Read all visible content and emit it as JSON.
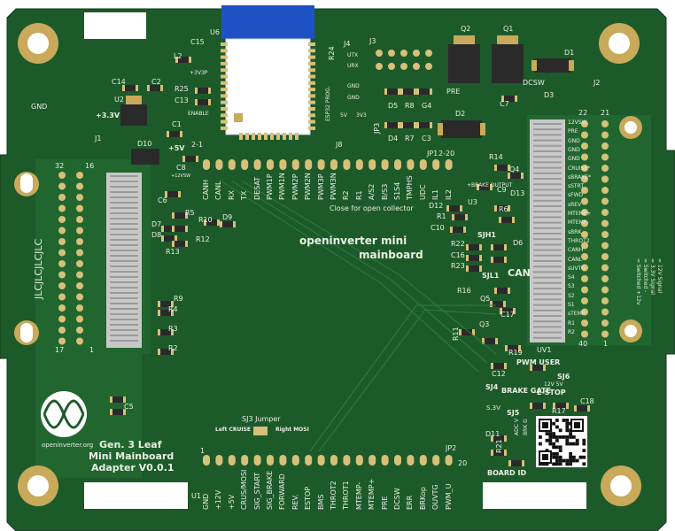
{
  "board": {
    "title_lines": [
      "Gen. 3 Leaf",
      "Mini Mainboard",
      "Adapter V0.0.1"
    ],
    "center_text": [
      "openinverter mini",
      "mainboard"
    ],
    "logo_text": "openinverter.org",
    "jlc_text": "JLCJLCJLCJLC",
    "close_note": "Close for open collector",
    "sj3_title": "SJ3 Jumper",
    "sj3_left": "Left CRUISE",
    "sj3_right": "Right MOSI",
    "can_label": "CAN",
    "board_id": "BOARD ID",
    "brake_output": "+BRAKE\nOUTPUT",
    "pwm_user": "PWM\nUSER",
    "brake_gate": "BRAKE\nGATE",
    "estop": "E-STOP",
    "esp_prog": "ESP32 PROG.",
    "enable": "ENABLE",
    "v33": "+3.3V",
    "v33p": "+3V3P",
    "v5": "+5V",
    "v12sw": "+12VSW",
    "gnd": "GND",
    "legend": [
      "= 12V Signal",
      "= 3.3V Signal",
      "= Switched -",
      "= Switched +12v"
    ]
  },
  "refdes": {
    "U6": "U6",
    "C15": "C15",
    "L2": "L2",
    "C14": "C14",
    "C2": "C2",
    "R25": "R25",
    "C13": "C13",
    "U2": "U2",
    "C1": "C1",
    "D10": "D10",
    "C8": "C8",
    "J1": "J1",
    "C6": "C6",
    "R5": "R5",
    "D7": "D7",
    "D8": "D8",
    "R10": "R10",
    "D9": "D9",
    "R12": "R12",
    "R13": "R13",
    "R9": "R9",
    "R4": "R4",
    "R3": "R3",
    "R2": "R2",
    "C5": "C5",
    "U1": "U1",
    "J4": "J4",
    "R24": "R24",
    "J3": "J3",
    "Q2": "Q2",
    "Q1": "Q1",
    "D1": "D1",
    "PRE": "PRE",
    "DCSW": "DCSW",
    "D3": "D3",
    "C7": "C7",
    "J2": "J2",
    "D5": "D5",
    "R8": "R8",
    "G4": "G4",
    "D4": "D4",
    "R7": "R7",
    "C3": "C3",
    "JP3": "JP3",
    "J8": "J8",
    "D2": "D2",
    "JP1": "JP1",
    "R14": "R14",
    "Q4": "Q4",
    "C9": "C9",
    "D12": "D12",
    "R1": "R1",
    "U3": "U3",
    "C10": "C10",
    "R6": "R6",
    "D13": "D13",
    "SJH1": "SJH1",
    "R22": "R22",
    "C16": "C16",
    "R23": "R23",
    "D6": "D6",
    "SJL1": "SJL1",
    "R16": "R16",
    "Q5": "Q5",
    "C17": "C17",
    "R11": "R11",
    "Q3": "Q3",
    "R19": "R19",
    "UV1": "UV1",
    "C12": "C12",
    "SJ6": "SJ6",
    "SJ4": "SJ4",
    "SJ5": "SJ5",
    "R17": "R17",
    "C18": "C18",
    "D11": "D11",
    "JP2": "JP2",
    "R21": "R21"
  },
  "j1_nums": {
    "a": "32",
    "b": "16",
    "c": "17",
    "d": "1"
  },
  "j2_nums": {
    "a": "22",
    "b": "21",
    "c": "40",
    "d": "1"
  },
  "top_pins_range": "2-20",
  "top_pin_1": "2-1",
  "top_pins": [
    "CANH",
    "CANL",
    "RX",
    "TX",
    "DESAT",
    "PWM1P",
    "PWM1N",
    "PWM2P",
    "PWM2N",
    "PWM3P",
    "PWM3N",
    "R2",
    "R1",
    "A/S2",
    "B/S3",
    "S1S4",
    "TMPHS",
    "UDC",
    "IL1",
    "IL2"
  ],
  "bottom_pins": [
    "GND",
    "+12V",
    "+5V",
    "CRUS/MOSI",
    "SIG_START",
    "SIG_BRAKE",
    "FORWARD",
    "REV.",
    "ESTOP",
    "BMS",
    "THROT2",
    "THROT1",
    "MTEMP-",
    "MTEMP+",
    "PRE",
    "DCSW",
    "ERR",
    "BRKop",
    "OUVTG",
    "PWM_U"
  ],
  "bottom_nums": {
    "first": "1",
    "last": "20"
  },
  "j2_pins": [
    "12VSW",
    "PRE",
    "GND",
    "GND",
    "GND",
    "CRUISE*",
    "sBRAKE*",
    "sSTRT",
    "sFWD",
    "sREV",
    "MTEMP+",
    "MTEMP-",
    "sBRK",
    "THROT2",
    "CANH",
    "CANL",
    "sUVTG",
    "S4",
    "S3",
    "S2",
    "S1",
    "sTEMP",
    "R1",
    "R2"
  ],
  "esp_pins": [
    "UTX",
    "URX",
    "GND",
    "GND"
  ],
  "jp_labels": [
    "5V",
    "3V3"
  ],
  "mid_labels": [
    "S.3V",
    "ADC V",
    "BRK G"
  ],
  "sj6_label": "12V 5V",
  "colors": {
    "board": "#1d5a2a",
    "copper": "#2a7a3a",
    "silk": "#e8efe3",
    "pad": "#d6c07a",
    "gold": "#c9a95a",
    "mask_hole": "#ffffff",
    "esp": "#1e52c4",
    "chip": "#222222"
  }
}
